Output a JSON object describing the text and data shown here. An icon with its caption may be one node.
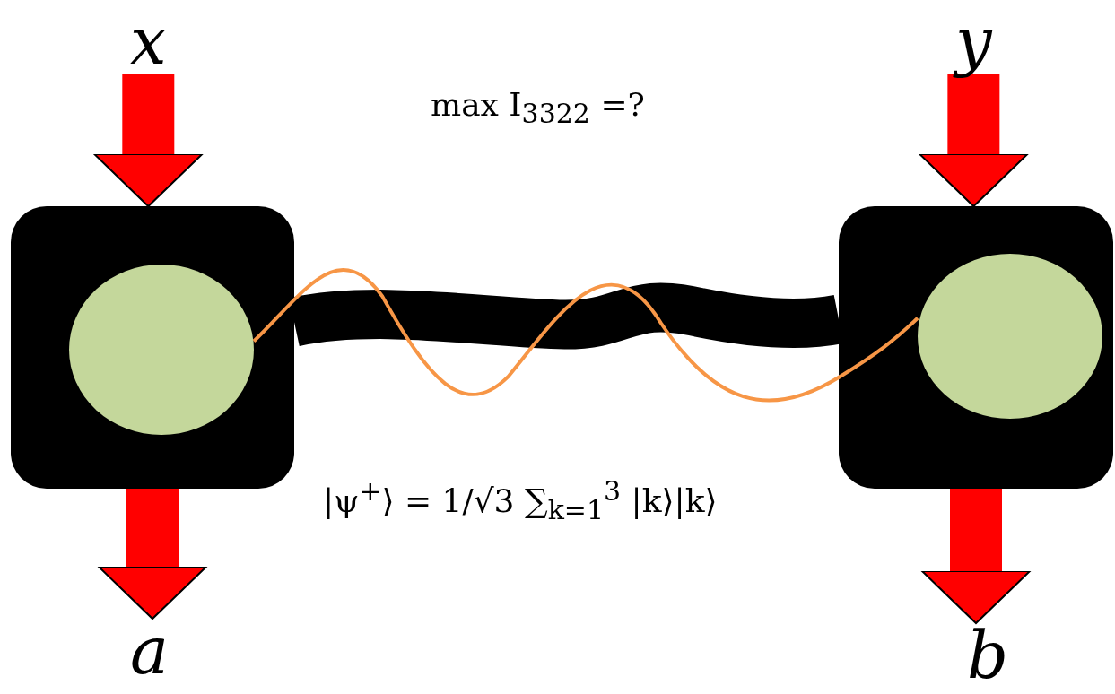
{
  "diagram": {
    "nodes": [
      {
        "text": [
          "x"
        ]
      },
      {
        "text": [
          "y"
        ]
      },
      {
        "text": [],
        "shape": "box"
      },
      {
        "text": [],
        "shape": "circle",
        "in": 2
      },
      {
        "text": [],
        "shape": "box"
      },
      {
        "text": [],
        "shape": "circle",
        "in": 4
      },
      {
        "text": [
          "a"
        ]
      },
      {
        "text": [
          "b"
        ]
      }
    ],
    "edges": [
      {
        "from": 0,
        "to": 2,
        "arrow": "to"
      },
      {
        "from": 2,
        "to": 6,
        "arrow": "to"
      },
      {
        "from": 1,
        "to": 4,
        "arrow": "to"
      },
      {
        "from": 4,
        "to": 7,
        "arrow": "to"
      },
      {
        "from": 2,
        "to": 4,
        "arrow": "none",
        "color": "#000000"
      },
      {
        "from": 3,
        "to": 5,
        "arrow": "none",
        "color": "#f79646"
      }
    ],
    "labels": [
      "max I$_{3322}$ =?",
      "|ψ$^{+}$⟩ = 1/√3 ∑$_{k=1}$$^{3}$ |k⟩|k⟩"
    ]
  }
}
